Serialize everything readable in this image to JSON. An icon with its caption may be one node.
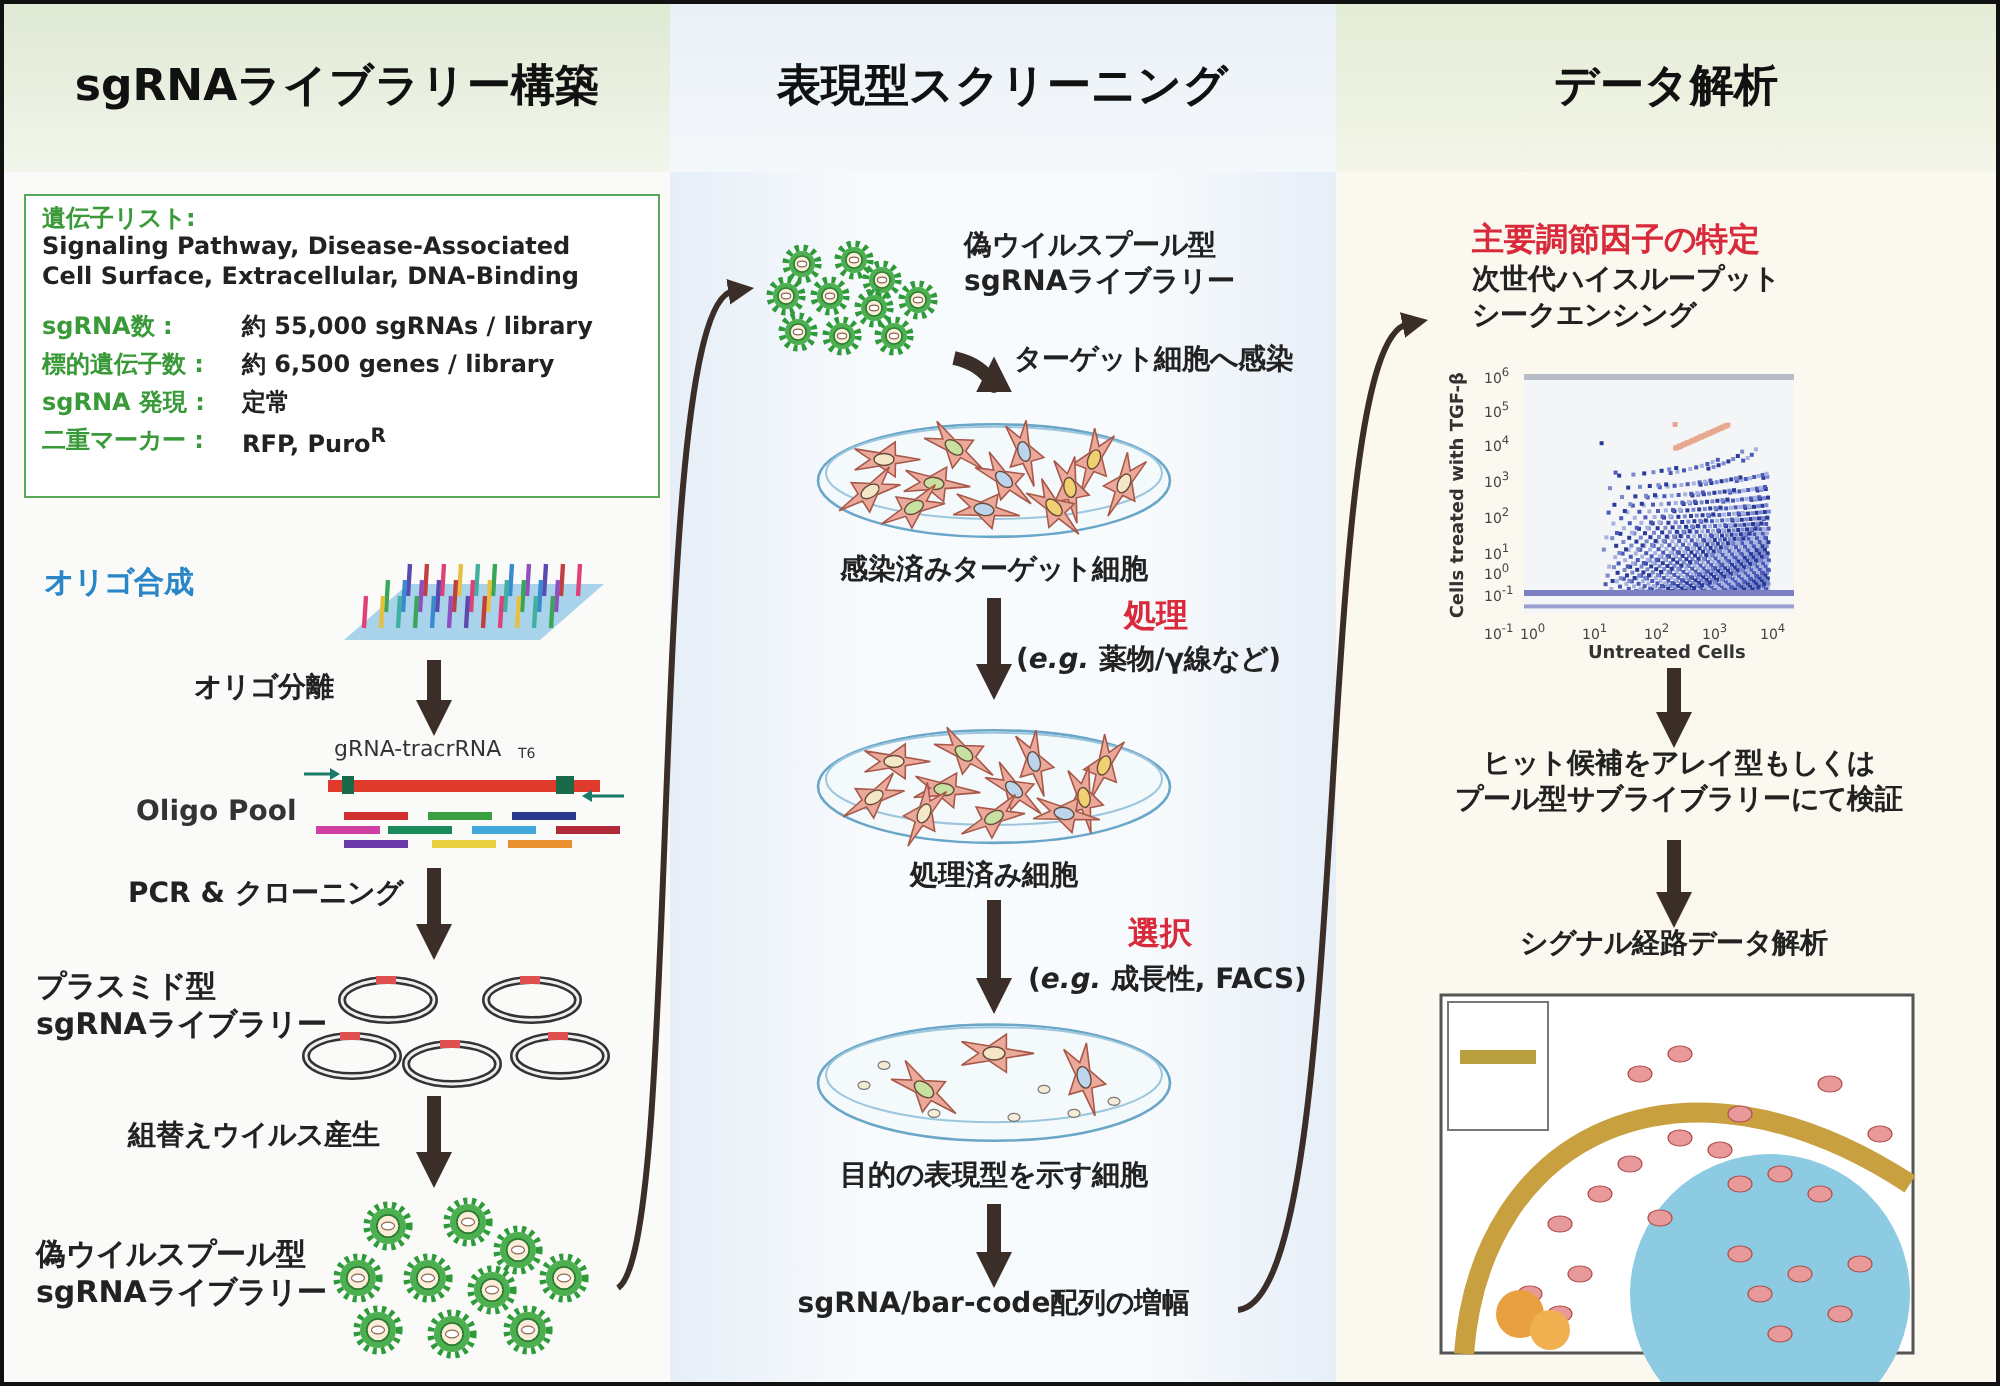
{
  "diagram": {
    "nodes": [
      {
        "text": [
          "sgRNAライブラリー構築"
        ]
      },
      {
        "text": [
          "遺伝子リスト:",
          "Signaling Pathway, Disease-Associated Cell Surface, Extracellular, DNA-Binding",
          "sgRNA数 :",
          "約 55,000 sgRNAs / library",
          "標的遺伝子数 :",
          "約 6,500 genes / library",
          "sgRNA 発現 :",
          "定常",
          "二重マーカー :",
          "RFP, Puro$^{R}$"
        ],
        "in": 0
      },
      {
        "text": [],
        "shape": "picture",
        "in": 0
      },
      {
        "text": [],
        "shape": "picture",
        "beside": [
          "gRNA-tracrRNA",
          "T6",
          "Oligo Pool"
        ],
        "in": 0
      },
      {
        "text": [],
        "shape": "picture",
        "beside": [
          "プラスミド型sgRNAライブラリー"
        ],
        "in": 0
      },
      {
        "text": [],
        "shape": "picture",
        "beside": [
          "偽ウイルスプール型sgRNAライブラリー"
        ],
        "in": 0
      },
      {
        "text": [
          "表現型スクリーニング"
        ]
      },
      {
        "text": [],
        "shape": "picture",
        "beside": [
          "偽ウイルスプール型sgRNAライブラリー"
        ],
        "in": 6
      },
      {
        "text": [],
        "shape": "picture",
        "beside": [
          "感染済みターゲット細胞"
        ],
        "in": 6
      },
      {
        "text": [],
        "shape": "picture",
        "beside": [
          "処理済み細胞"
        ],
        "in": 6
      },
      {
        "text": [],
        "shape": "picture",
        "beside": [
          "目的の表現型を示す細胞"
        ],
        "in": 6
      },
      {
        "text": [
          "sgRNA/bar-code配列の増幅"
        ],
        "in": 6
      },
      {
        "text": [
          "データ解析"
        ]
      },
      {
        "text": [
          "主要調節因子の特定",
          "次世代ハイスループットシークエンシング"
        ],
        "in": 12
      },
      {
        "text": [],
        "shape": "picture",
        "beside": [
          "10$^{6}$",
          "10$^{5}$",
          "10$^{4}$",
          "10$^{3}$",
          "10$^{2}$",
          "10$^{1}$",
          "10$^{0}$",
          "10$^{-1}$",
          "Cells treated with TGF-β",
          "10$^{-1}$",
          "10$^{0}$",
          "10$^{1}$",
          "10$^{2}$",
          "10$^{3}$",
          "10$^{4}$",
          "Untreated Cells"
        ],
        "in": 12
      },
      {
        "text": [
          "ヒット候補をアレイ型もしくはプール型サブライブラリーにて検証"
        ],
        "in": 12
      },
      {
        "text": [
          "シグナル経路データ解析"
        ],
        "in": 12
      }
    ],
    "edges": [
      {
        "from": 2,
        "to": 3,
        "arrow": "to",
        "label": "オリゴ分離"
      },
      {
        "from": 3,
        "to": 4,
        "arrow": "to",
        "label": "PCR & クローニング"
      },
      {
        "from": 4,
        "to": 5,
        "arrow": "to",
        "label": "組替えウイルス産生"
      },
      {
        "from": 5,
        "to": 7,
        "arrow": "to"
      },
      {
        "from": 7,
        "to": 8,
        "arrow": "to",
        "label": "ターゲット細胞へ感染"
      },
      {
        "from": 8,
        "to": 9,
        "arrow": "to",
        "label": "(*e.g.* 薬物/γ線など)"
      },
      {
        "from": 9,
        "to": 10,
        "arrow": "to",
        "label": "(*e.g.* 成長性, FACS)"
      },
      {
        "from": 10,
        "to": 11,
        "arrow": "to"
      },
      {
        "from": 11,
        "to": 13,
        "arrow": "to"
      },
      {
        "from": 14,
        "to": 15,
        "arrow": "to"
      },
      {
        "from": 15,
        "to": 16,
        "arrow": "to"
      }
    ],
    "labels": [
      "オリゴ合成",
      "処理",
      "選択"
    ]
  }
}
